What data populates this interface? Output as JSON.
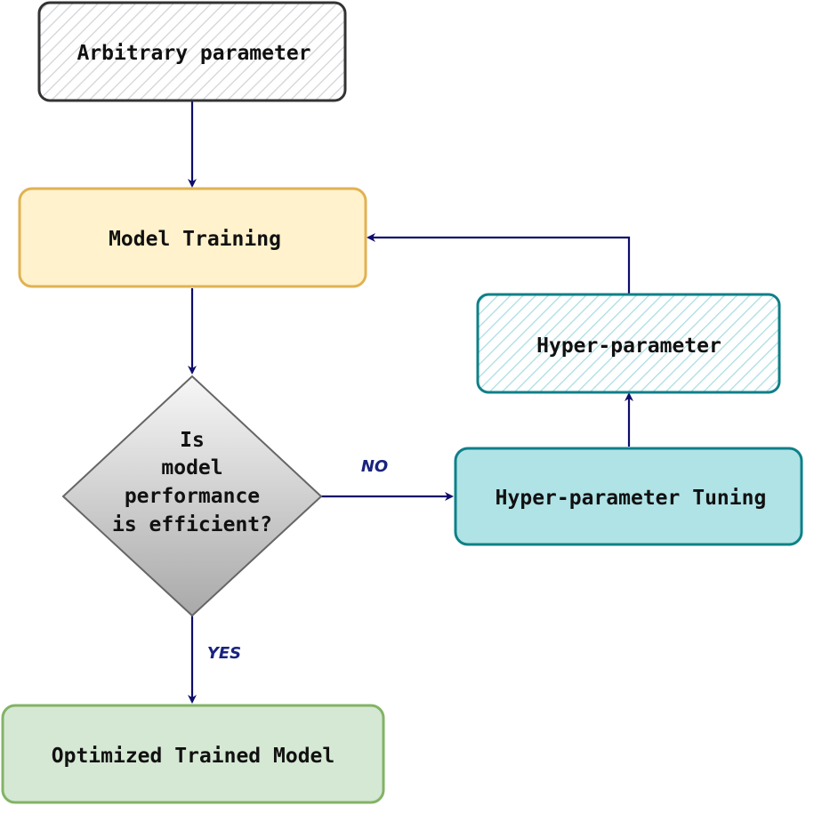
{
  "diagram": {
    "nodes": {
      "arbitrary": {
        "label": "Arbitrary parameter",
        "fill": "#ffffff",
        "hatch": "#cfd3d8",
        "stroke": "#333333"
      },
      "training": {
        "label": "Model Training",
        "fill": "#fff2cc",
        "stroke": "#e0b252"
      },
      "decision": {
        "lines": [
          "Is",
          "model",
          "performance",
          "is efficient?"
        ],
        "gradient_top": "#f7f7f7",
        "gradient_bottom": "#a9a9a9",
        "stroke": "#666666"
      },
      "tuning": {
        "label": "Hyper-parameter Tuning",
        "fill": "#b0e3e6",
        "stroke": "#0e8088"
      },
      "hyper": {
        "label": "Hyper-parameter",
        "fill": "#ffffff",
        "hatch": "#a8dde2",
        "stroke": "#0e8088"
      },
      "optimized": {
        "label": "Optimized Trained Model",
        "fill": "#d5e8d4",
        "stroke": "#82b366"
      }
    },
    "edges": {
      "no_label": "NO",
      "yes_label": "YES",
      "color": "#0d0d6b"
    }
  }
}
